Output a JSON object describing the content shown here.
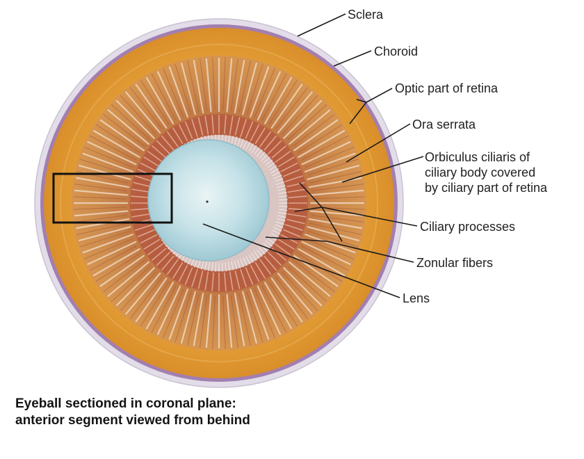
{
  "figure": {
    "caption_lines": [
      "Eyeball sectioned in coronal plane:",
      "anterior segment viewed from behind"
    ],
    "labels": {
      "sclera": "Sclera",
      "choroid": "Choroid",
      "optic_retina": "Optic part of retina",
      "ora_serrata": "Ora serrata",
      "orbiculus_lines": [
        "Orbiculus ciliaris of",
        "ciliary body covered",
        "by ciliary part of retina"
      ],
      "ciliary_processes": "Ciliary processes",
      "zonular_fibers": "Zonular fibers",
      "lens": "Lens"
    },
    "colors": {
      "sclera": "#dcd7e4",
      "choroid_band": "#9a76a8",
      "retina": "#e6a43c",
      "ciliary_body": "#c98347",
      "ciliary_process": "#b2563f",
      "lens": "#b8dbe2",
      "leader_line": "#1a1a1a"
    }
  }
}
